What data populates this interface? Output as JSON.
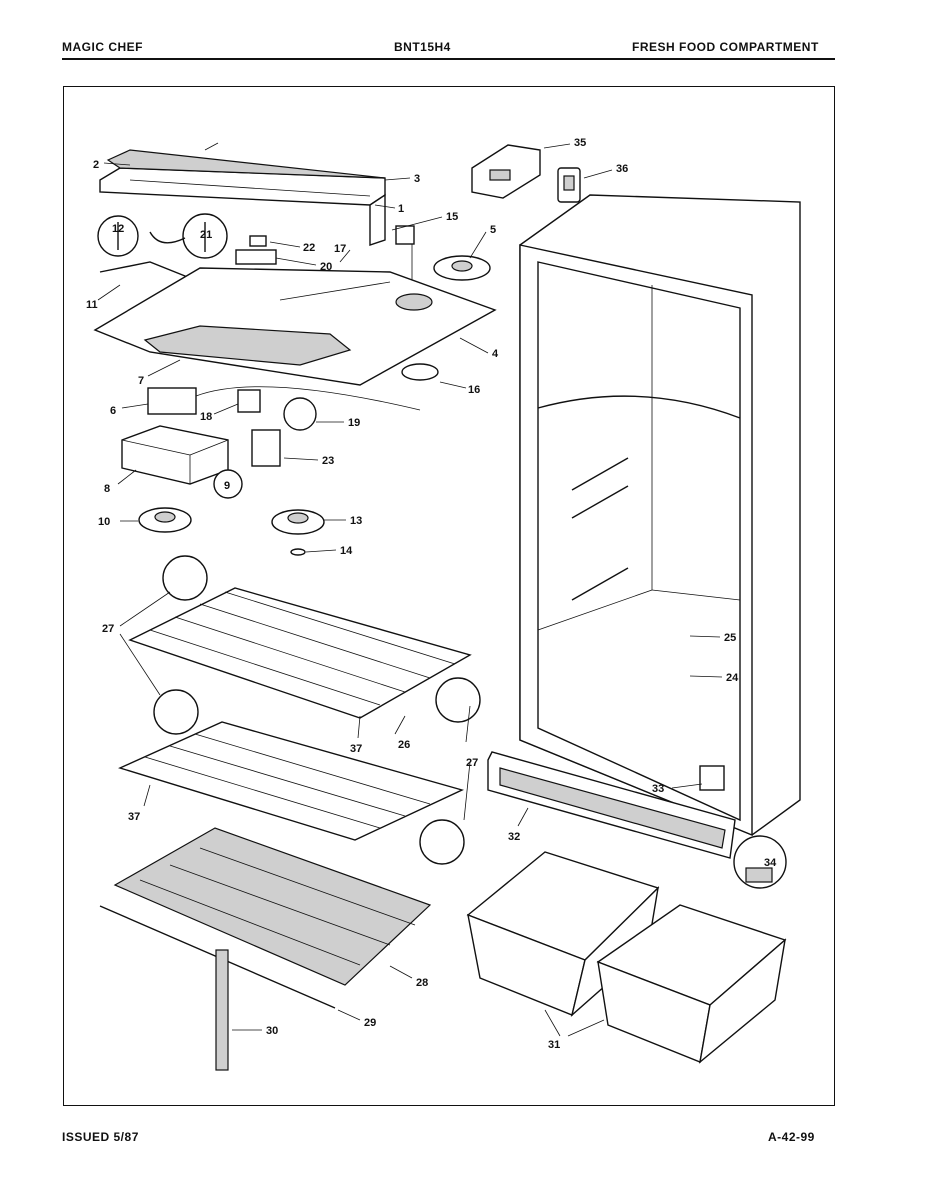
{
  "header": {
    "left": "MAGIC CHEF",
    "center": "BNT15H4",
    "right": "FRESH FOOD COMPARTMENT"
  },
  "footer": {
    "left": "ISSUED 5/87",
    "right": "A-42-99"
  },
  "callouts": {
    "c1": "1",
    "c2": "2",
    "c3": "3",
    "c4": "4",
    "c5": "5",
    "c6": "6",
    "c7": "7",
    "c8": "8",
    "c9": "9",
    "c10": "10",
    "c11": "11",
    "c12": "12",
    "c13": "13",
    "c14": "14",
    "c15": "15",
    "c16": "16",
    "c17": "17",
    "c18": "18",
    "c19": "19",
    "c20": "20",
    "c21": "21",
    "c22": "22",
    "c23": "23",
    "c24": "24",
    "c25": "25",
    "c26": "26",
    "c27": "27",
    "c28": "28",
    "c29": "29",
    "c30": "30",
    "c31": "31",
    "c32": "32",
    "c33": "33",
    "c34": "34",
    "c35": "35",
    "c36": "36",
    "c37": "37"
  }
}
